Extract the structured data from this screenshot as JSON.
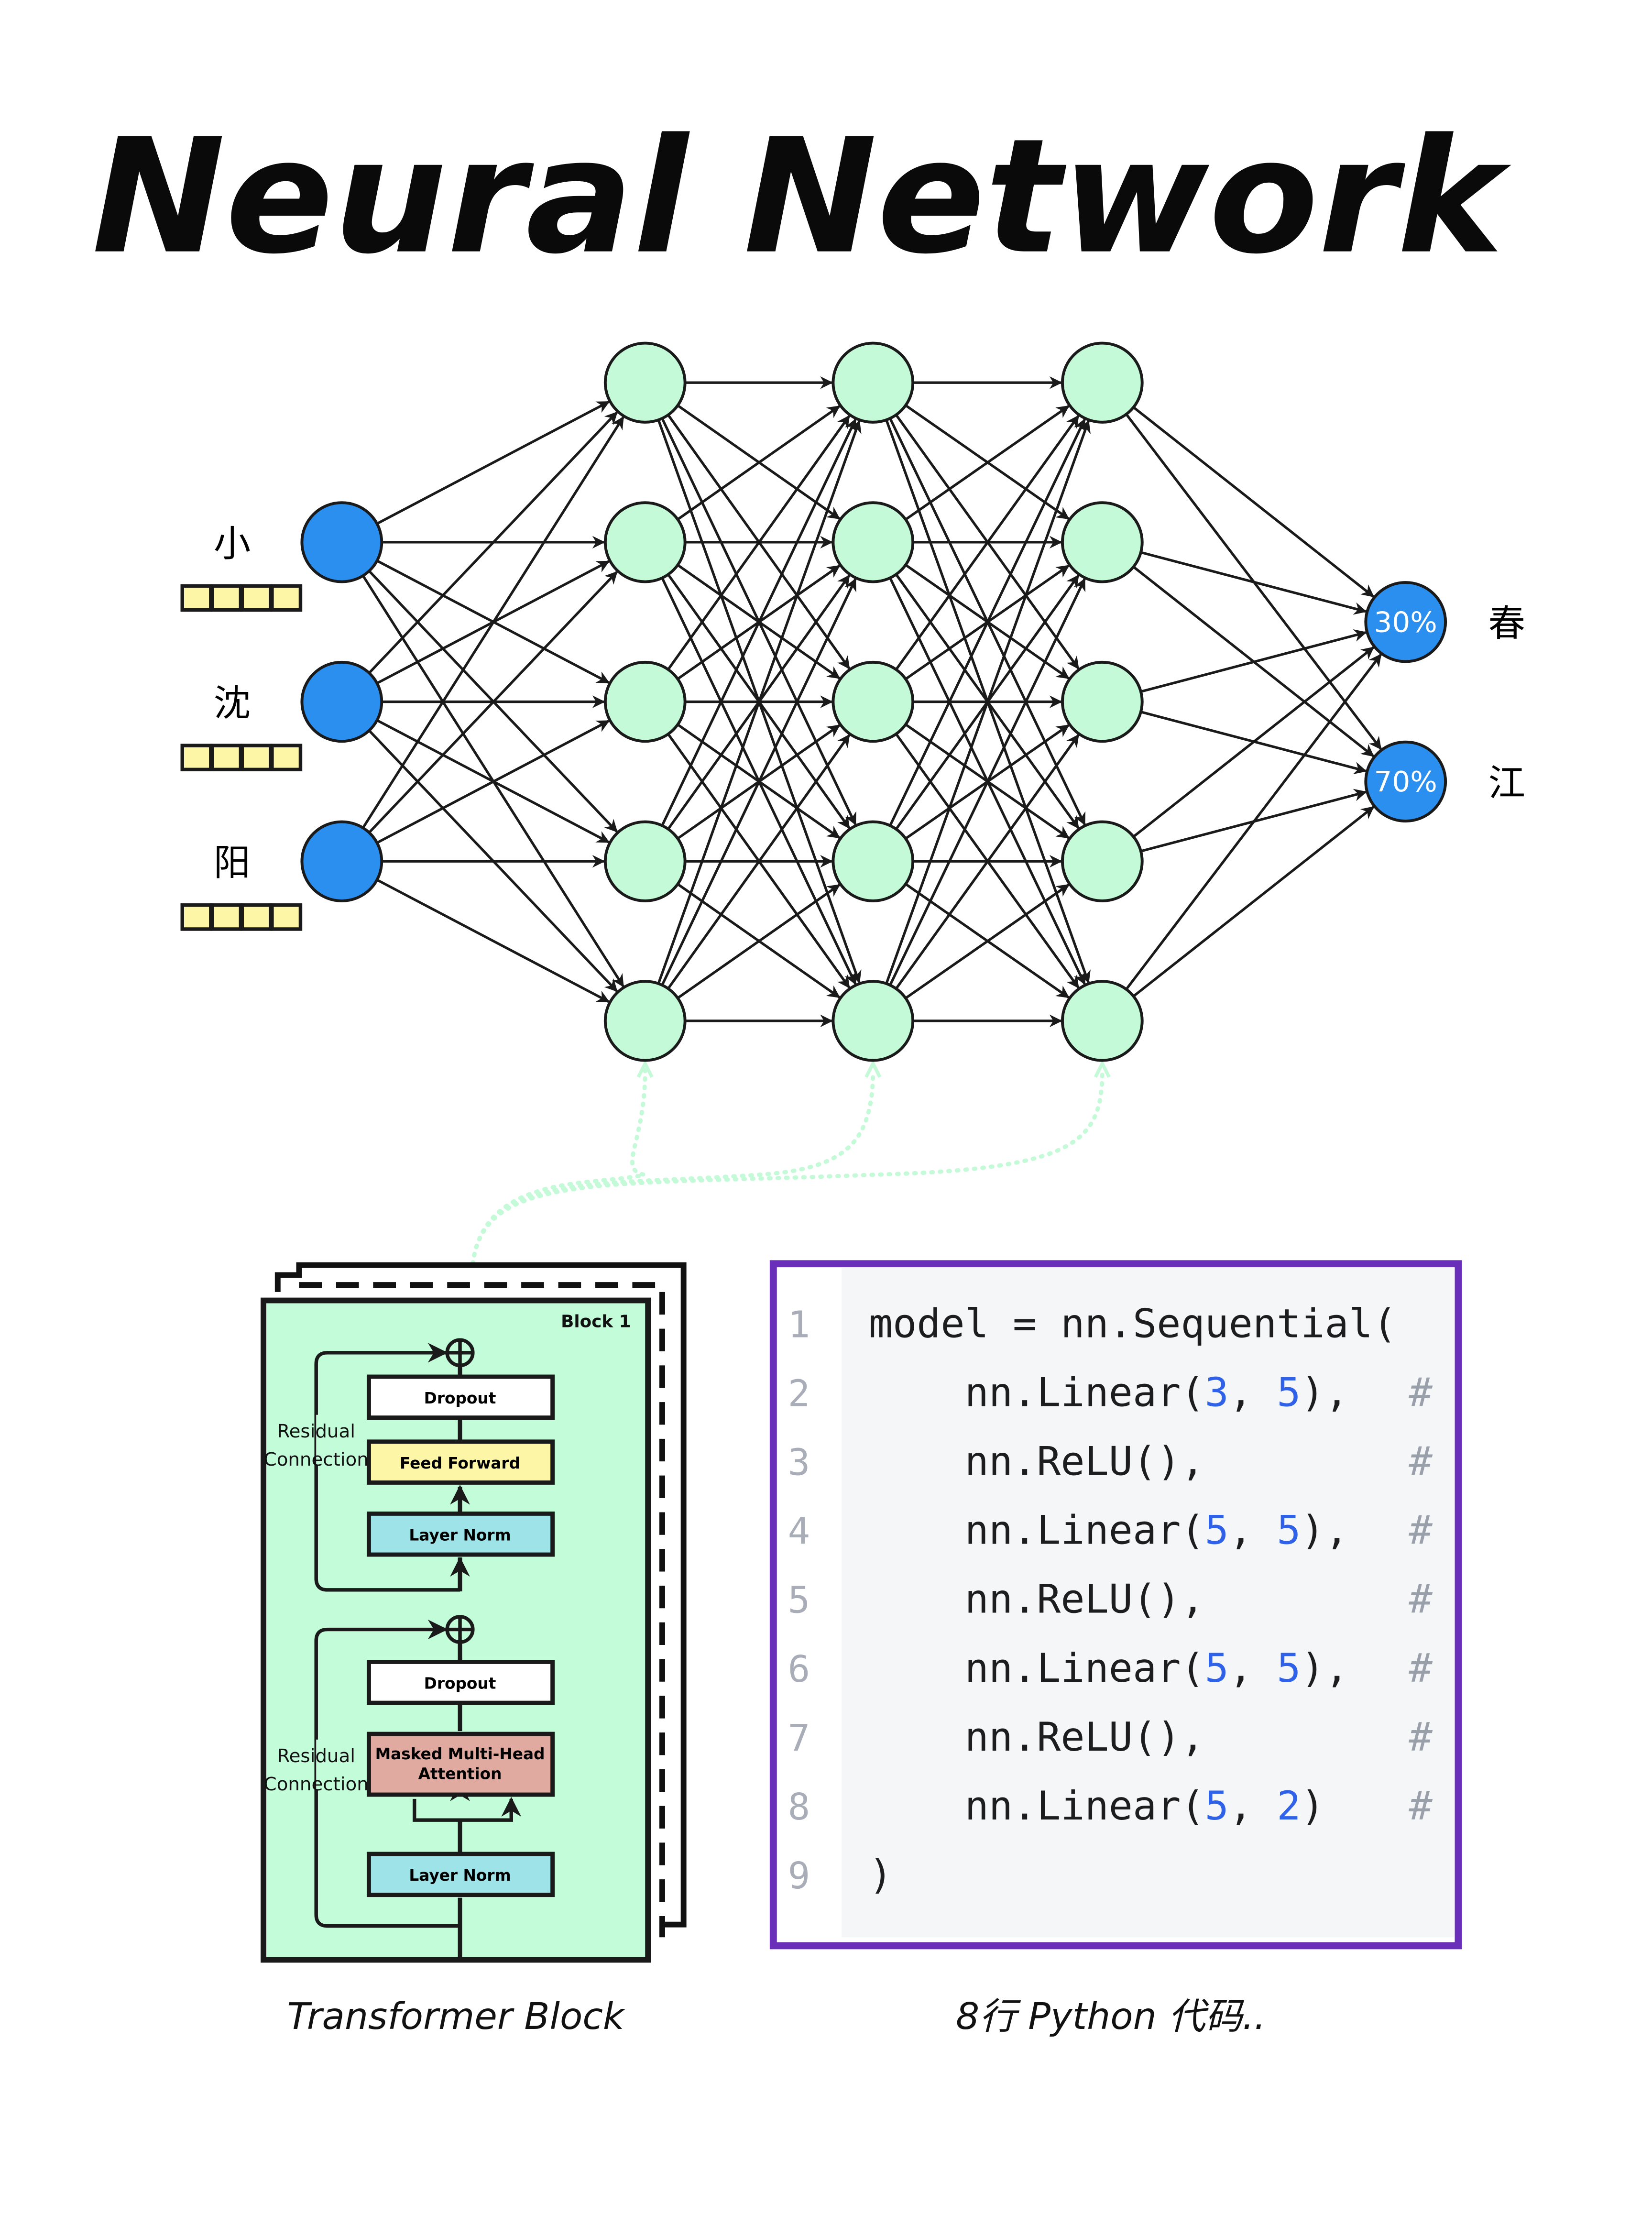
{
  "title": "Neural Network",
  "network": {
    "input_labels": [
      "小",
      "沈",
      "阳"
    ],
    "hidden_layer_sizes": [
      5,
      5,
      5
    ],
    "outputs": [
      {
        "value": "30%",
        "label": "春"
      },
      {
        "value": "70%",
        "label": "江"
      }
    ],
    "colors": {
      "input": "#2b8ff0",
      "hidden": "#c4fad8",
      "output": "#2b8ff0",
      "embedding": "#fdf6a6",
      "link": "#c4fad8"
    }
  },
  "transformer": {
    "block_label": "Block 1",
    "dropout_top": "Dropout",
    "feed_forward": "Feed Forward",
    "layer_norm_top": "Layer Norm",
    "dropout_bottom": "Dropout",
    "attention_line1": "Masked Multi-Head",
    "attention_line2": "Attention",
    "layer_norm_bottom": "Layer Norm",
    "residual_top_1": "Residual",
    "residual_top_2": "Connection",
    "residual_bottom_1": "Residual",
    "residual_bottom_2": "Connection",
    "caption": "Transformer Block",
    "colors": {
      "block": "#c2fcd9",
      "feed_forward": "#fdf6a6",
      "layer_norm": "#9ee3e8",
      "attention": "#e0aaa0"
    }
  },
  "code": {
    "lines": [
      {
        "n": "1",
        "parts": [
          [
            "model = nn.Sequential(",
            "t"
          ]
        ]
      },
      {
        "n": "2",
        "parts": [
          [
            "    nn.Linear(",
            "t"
          ],
          [
            "3",
            "num"
          ],
          [
            ", ",
            "t"
          ],
          [
            "5",
            "num"
          ],
          [
            "),",
            "t"
          ]
        ],
        "comment": "#"
      },
      {
        "n": "3",
        "parts": [
          [
            "    nn.ReLU(),",
            "t"
          ]
        ],
        "comment": "#"
      },
      {
        "n": "4",
        "parts": [
          [
            "    nn.Linear(",
            "t"
          ],
          [
            "5",
            "num"
          ],
          [
            ", ",
            "t"
          ],
          [
            "5",
            "num"
          ],
          [
            "),",
            "t"
          ]
        ],
        "comment": "#"
      },
      {
        "n": "5",
        "parts": [
          [
            "    nn.ReLU(),",
            "t"
          ]
        ],
        "comment": "#"
      },
      {
        "n": "6",
        "parts": [
          [
            "    nn.Linear(",
            "t"
          ],
          [
            "5",
            "num"
          ],
          [
            ", ",
            "t"
          ],
          [
            "5",
            "num"
          ],
          [
            "),",
            "t"
          ]
        ],
        "comment": "#"
      },
      {
        "n": "7",
        "parts": [
          [
            "    nn.ReLU(),",
            "t"
          ]
        ],
        "comment": "#"
      },
      {
        "n": "8",
        "parts": [
          [
            "    nn.Linear(",
            "t"
          ],
          [
            "5",
            "num"
          ],
          [
            ", ",
            "t"
          ],
          [
            "2",
            "num"
          ],
          [
            ")",
            "t"
          ]
        ],
        "comment": "#"
      },
      {
        "n": "9",
        "parts": [
          [
            ")",
            "t"
          ]
        ]
      }
    ],
    "caption": "8行 Python 代码..",
    "colors": {
      "border": "#6a2fb8",
      "number": "#2f62e8",
      "line_no": "#a8adb8",
      "bg": "#f5f6f8"
    }
  }
}
